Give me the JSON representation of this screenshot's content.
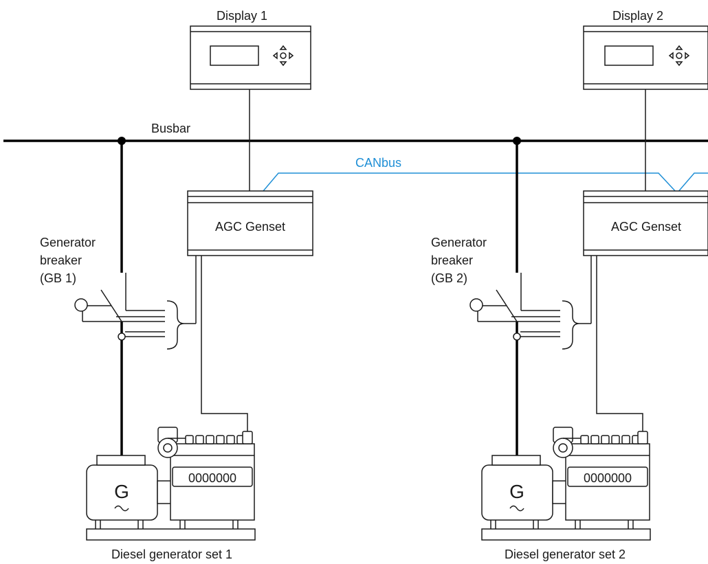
{
  "colors": {
    "line": "#1a1a1a",
    "busbar": "#000000",
    "canbus": "#1f8fd6",
    "background": "#ffffff"
  },
  "busbar": {
    "label": "Busbar"
  },
  "canbus": {
    "label": "CANbus"
  },
  "displays": [
    {
      "label": "Display 1",
      "icon": "navigation-pad-icon"
    },
    {
      "label": "Display 2",
      "icon": "navigation-pad-icon"
    }
  ],
  "controllers": [
    {
      "label": "AGC Genset"
    },
    {
      "label": "AGC Genset"
    }
  ],
  "breakers": [
    {
      "line1": "Generator",
      "line2": "breaker",
      "line3": "(GB 1)"
    },
    {
      "line1": "Generator",
      "line2": "breaker",
      "line3": "(GB 2)"
    }
  ],
  "gensets": [
    {
      "label": "Diesel generator set 1",
      "generator_symbol": "G",
      "engine_cylinders": "0000000"
    },
    {
      "label": "Diesel generator set 2",
      "generator_symbol": "G",
      "engine_cylinders": "0000000"
    }
  ]
}
